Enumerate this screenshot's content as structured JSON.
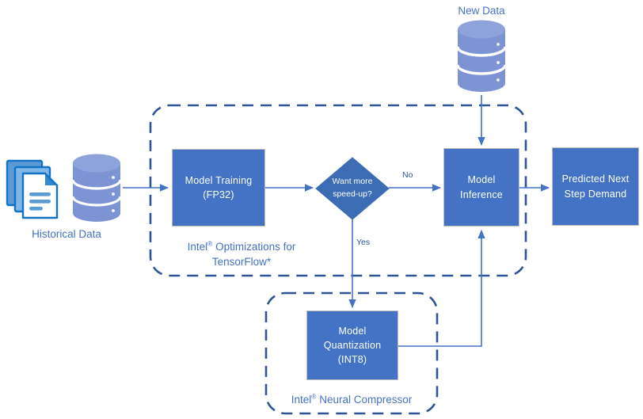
{
  "diagram": {
    "title": "Intel AI demand forecasting pipeline flowchart",
    "colors": {
      "box_fill": "#4472C4",
      "box_border": "#BFBFBF",
      "box_text": "#FFFFFF",
      "dashed_group": "#2E5496",
      "caption_text": "#4472C4",
      "connector": "#4472C4",
      "cylinder_fill": "#7D94D4",
      "document_front": "#FFFFFF",
      "document_border": "#1073C6",
      "document_back": "#5B9BD5",
      "background": "#FFFFFF"
    },
    "icons": {
      "historical_data": {
        "name": "documents-stack-icon",
        "caption": "Historical Data"
      },
      "historical_data_cylinder": {
        "name": "database-cylinder-icon"
      },
      "new_data": {
        "name": "database-cylinder-icon",
        "caption": "New Data"
      }
    },
    "groups": [
      {
        "id": "tensorflow-group",
        "caption_line1": "Intel® Optimizations for",
        "caption_line2": "TensorFlow*"
      },
      {
        "id": "neural-compressor-group",
        "caption": "Intel® Neural Compressor"
      }
    ],
    "nodes": [
      {
        "id": "model-training",
        "shape": "rectangle",
        "line1": "Model Training",
        "line2": "(FP32)"
      },
      {
        "id": "decision-speedup",
        "shape": "diamond",
        "line1": "Want more",
        "line2": "speed-up?"
      },
      {
        "id": "model-inference",
        "shape": "rectangle",
        "line1": "Model",
        "line2": "Inference"
      },
      {
        "id": "predicted-next-step-demand",
        "shape": "rectangle",
        "line1": "Predicted Next",
        "line2": "Step Demand"
      },
      {
        "id": "model-quantization",
        "shape": "rectangle",
        "line1": "Model",
        "line2": "Quantization",
        "line3": "(INT8)"
      }
    ],
    "edge_labels": {
      "no": "No",
      "yes": "Yes"
    }
  }
}
